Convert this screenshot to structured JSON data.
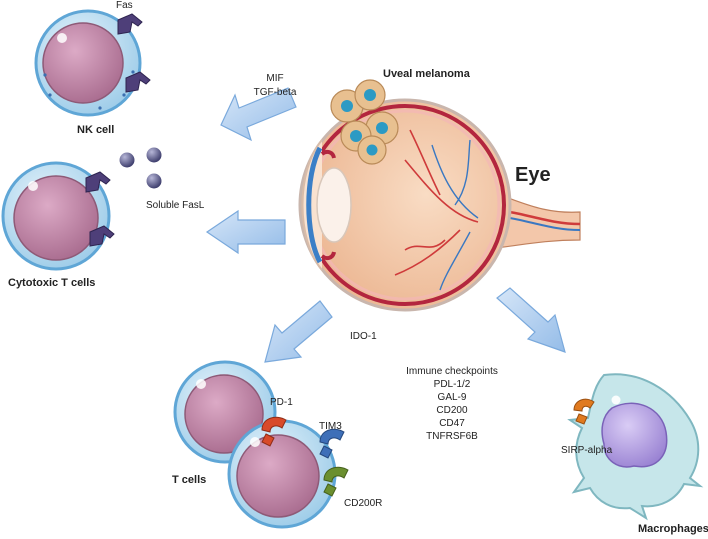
{
  "labels": {
    "fas": "Fas",
    "nk_cell": "NK cell",
    "mif": "MIF",
    "tgf_beta": "TGF-beta",
    "uveal_melanoma": "Uveal melanoma",
    "eye": "Eye",
    "soluble_fasl": "Soluble FasL",
    "cytotoxic_t_cells": "Cytotoxic T cells",
    "ido1": "IDO-1",
    "pd1": "PD-1",
    "tim3": "TIM3",
    "cd200r": "CD200R",
    "t_cells": "T cells",
    "immune_checkpoints": [
      "Immune checkpoints",
      "PDL-1/2",
      "GAL-9",
      "CD200",
      "CD47",
      "TNFRSF6B"
    ],
    "sirp_alpha": "SIRP-alpha",
    "macrophages": "Macrophages"
  },
  "colors": {
    "cell_outer": "#b9dcf0",
    "cell_ring": "#5fa6d6",
    "cell_nucleus": "#c98fae",
    "receptor_purple": "#4e3f79",
    "arrow_fill": "#b3d1f2",
    "arrow_stroke": "#7aa9dc",
    "sclera": "#f4d0b5",
    "retina_red": "#b3263e",
    "tumor": "#e8c090",
    "tumor_core": "#2c9ac4",
    "pd1_red": "#d84a2a",
    "tim3_blue": "#3e6fb8",
    "cd200r_green": "#6b8f2f",
    "macrophage_body": "#c6e6ea",
    "macrophage_nucleus": "#b39de0",
    "sirp_orange": "#e07a1f"
  }
}
